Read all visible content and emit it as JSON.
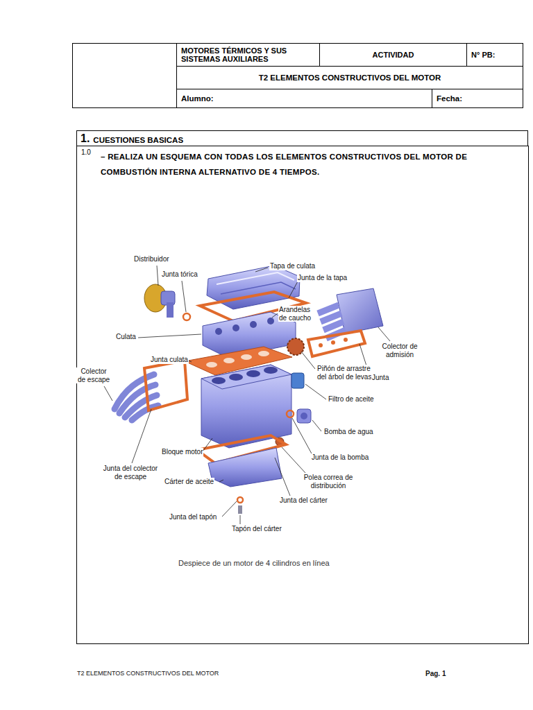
{
  "diagram": {
    "caption": "Despiece de un motor de 4 cilindros en línea",
    "nodes": [
      {
        "text": [
          "MOTORES TÉRMICOS Y SUS SISTEMAS AUXILIARES"
        ]
      },
      {
        "text": [
          "ACTIVIDAD"
        ]
      },
      {
        "text": [
          "N° PB:"
        ]
      },
      {
        "text": [
          "T2 ELEMENTOS CONSTRUCTIVOS DEL MOTOR"
        ]
      },
      {
        "text": [
          "Alumno:"
        ]
      },
      {
        "text": [
          "Fecha:"
        ]
      },
      {
        "text": [
          "1.",
          "CUESTIONES BASICAS"
        ]
      },
      {
        "text": [
          "1.0",
          "– REALIZA UN ESQUEMA CON TODAS LOS ELEMENTOS CONSTRUCTIVOS DEL MOTOR DE COMBUSTIÓN INTERNA ALTERNATIVO DE 4 TIEMPOS."
        ]
      }
    ],
    "labels": [
      "Distribuidor",
      "Junta tórica",
      "Tapa de culata",
      "Junta de la tapa",
      "Arandelas de caucho",
      "Culata",
      "Colector de admisión",
      "Junta culata",
      "Piñón de arrastre del árbol de levas",
      "Junta",
      "Colector de escape",
      "Filtro de aceite",
      "Bomba de agua",
      "Bloque motor",
      "Junta de la bomba",
      "Junta del colector de escape",
      "Cárter de aceite",
      "Polea correa de distribución",
      "Junta del cárter",
      "Junta del tapón",
      "Tapón del cárter",
      "T2 ELEMENTOS CONSTRUCTIVOS DEL MOTOR",
      "Pag. 1"
    ]
  }
}
